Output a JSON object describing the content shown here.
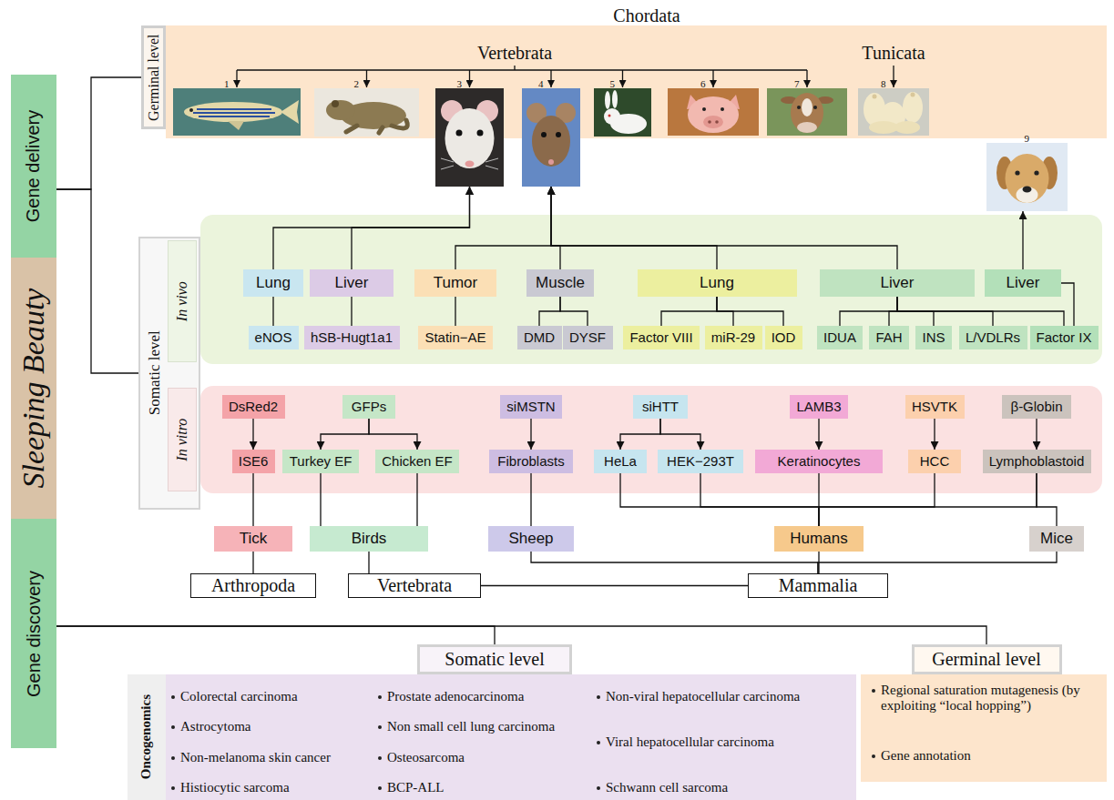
{
  "diagram": {
    "nodes": [
      {
        "text": [
          "Gene delivery"
        ]
      },
      {
        "text": [
          "Sleeping Beauty"
        ]
      },
      {
        "text": [
          "Gene discovery"
        ]
      },
      {
        "text": [
          "Germinal level"
        ]
      },
      {
        "text": [
          "1"
        ]
      },
      {
        "text": [
          "2"
        ]
      },
      {
        "text": [
          "3"
        ]
      },
      {
        "text": [
          "4"
        ]
      },
      {
        "text": [
          "5"
        ]
      },
      {
        "text": [
          "6"
        ]
      },
      {
        "text": [
          "7"
        ]
      },
      {
        "text": [
          "8"
        ]
      },
      {
        "text": [
          "9"
        ]
      },
      {
        "text": [
          "Somatic level"
        ]
      },
      {
        "text": [
          "In vivo"
        ],
        "in": 13
      },
      {
        "text": [
          "In vitro"
        ],
        "in": 13
      },
      {
        "text": [
          "Lung"
        ]
      },
      {
        "text": [
          "Liver"
        ]
      },
      {
        "text": [
          "Tumor"
        ]
      },
      {
        "text": [
          "Muscle"
        ]
      },
      {
        "text": [
          "Lung"
        ]
      },
      {
        "text": [
          "Liver"
        ]
      },
      {
        "text": [
          "Liver"
        ]
      },
      {
        "text": [
          "eNOS"
        ]
      },
      {
        "text": [
          "hSB-Hugt1a1"
        ]
      },
      {
        "text": [
          "Statin−AE"
        ]
      },
      {
        "text": [
          "DMD"
        ]
      },
      {
        "text": [
          "DYSF"
        ]
      },
      {
        "text": [
          "Factor VIII"
        ]
      },
      {
        "text": [
          "miR-29"
        ]
      },
      {
        "text": [
          "IOD"
        ]
      },
      {
        "text": [
          "IDUA"
        ]
      },
      {
        "text": [
          "FAH"
        ]
      },
      {
        "text": [
          "INS"
        ]
      },
      {
        "text": [
          "L/VDLRs"
        ]
      },
      {
        "text": [
          "Factor IX"
        ]
      },
      {
        "text": [
          "DsRed2"
        ]
      },
      {
        "text": [
          "GFPs"
        ]
      },
      {
        "text": [
          "siMSTN"
        ]
      },
      {
        "text": [
          "siHTT"
        ]
      },
      {
        "text": [
          "LAMB3"
        ]
      },
      {
        "text": [
          "HSVTK"
        ]
      },
      {
        "text": [
          "β-Globin"
        ]
      },
      {
        "text": [
          "ISE6"
        ]
      },
      {
        "text": [
          "Turkey EF"
        ]
      },
      {
        "text": [
          "Chicken EF"
        ]
      },
      {
        "text": [
          "Fibroblasts"
        ]
      },
      {
        "text": [
          "HeLa"
        ]
      },
      {
        "text": [
          "HEK−293T"
        ]
      },
      {
        "text": [
          "Keratinocytes"
        ]
      },
      {
        "text": [
          "HCC"
        ]
      },
      {
        "text": [
          "Lymphoblastoid"
        ]
      },
      {
        "text": [
          "Tick"
        ]
      },
      {
        "text": [
          "Birds"
        ]
      },
      {
        "text": [
          "Sheep"
        ]
      },
      {
        "text": [
          "Humans"
        ]
      },
      {
        "text": [
          "Mice"
        ]
      },
      {
        "text": [
          "Arthropoda"
        ]
      },
      {
        "text": [
          "Vertebrata"
        ]
      },
      {
        "text": [
          "Mammalia"
        ]
      },
      {
        "text": [
          "Somatic level"
        ]
      },
      {
        "text": [
          "Germinal level"
        ]
      },
      {
        "text": [
          "Colorectal carcinoma",
          "Astrocytoma",
          "Non-melanoma skin cancer",
          "Histiocytic sarcoma",
          "Prostate adenocarcinoma",
          "Non small cell lung carcinoma",
          "Osteosarcoma",
          "BCP-ALL",
          "Non-viral hepatocellular carcinoma",
          "Viral hepatocellular carcinoma",
          "Schwann cell sarcoma"
        ]
      },
      {
        "text": [
          "Oncogenomics"
        ],
        "in": 62
      },
      {
        "text": [
          "Regional saturation mutagenesis (by exploiting “local hopping”)",
          "Gene annotation"
        ]
      }
    ],
    "edges": [
      {
        "from": 0,
        "to": 3,
        "arrow": "none"
      },
      {
        "from": 0,
        "to": 13,
        "arrow": "none"
      },
      {
        "from": 2,
        "to": 60,
        "arrow": "none"
      },
      {
        "from": 2,
        "to": 61,
        "arrow": "none"
      },
      {
        "from": 16,
        "to": 6,
        "arrow": "to"
      },
      {
        "from": 17,
        "to": 6,
        "arrow": "to"
      },
      {
        "from": 18,
        "to": 7,
        "arrow": "to"
      },
      {
        "from": 19,
        "to": 7,
        "arrow": "to"
      },
      {
        "from": 20,
        "to": 7,
        "arrow": "to"
      },
      {
        "from": 21,
        "to": 7,
        "arrow": "to"
      },
      {
        "from": 22,
        "to": 12,
        "arrow": "to"
      },
      {
        "from": 16,
        "to": 23,
        "arrow": "none"
      },
      {
        "from": 17,
        "to": 24,
        "arrow": "none"
      },
      {
        "from": 18,
        "to": 25,
        "arrow": "none"
      },
      {
        "from": 19,
        "to": 26,
        "arrow": "none"
      },
      {
        "from": 19,
        "to": 27,
        "arrow": "none"
      },
      {
        "from": 20,
        "to": 28,
        "arrow": "none"
      },
      {
        "from": 20,
        "to": 29,
        "arrow": "none"
      },
      {
        "from": 20,
        "to": 30,
        "arrow": "none"
      },
      {
        "from": 21,
        "to": 31,
        "arrow": "none"
      },
      {
        "from": 21,
        "to": 32,
        "arrow": "none"
      },
      {
        "from": 21,
        "to": 33,
        "arrow": "none"
      },
      {
        "from": 21,
        "to": 34,
        "arrow": "none"
      },
      {
        "from": 21,
        "to": 35,
        "arrow": "none"
      },
      {
        "from": 22,
        "to": 35,
        "arrow": "none"
      },
      {
        "from": 36,
        "to": 43,
        "arrow": "to"
      },
      {
        "from": 37,
        "to": 44,
        "arrow": "to"
      },
      {
        "from": 37,
        "to": 45,
        "arrow": "to"
      },
      {
        "from": 38,
        "to": 46,
        "arrow": "to"
      },
      {
        "from": 39,
        "to": 47,
        "arrow": "to"
      },
      {
        "from": 39,
        "to": 48,
        "arrow": "to"
      },
      {
        "from": 40,
        "to": 49,
        "arrow": "to"
      },
      {
        "from": 41,
        "to": 50,
        "arrow": "to"
      },
      {
        "from": 42,
        "to": 51,
        "arrow": "to"
      },
      {
        "from": 43,
        "to": 52,
        "arrow": "none"
      },
      {
        "from": 44,
        "to": 53,
        "arrow": "none"
      },
      {
        "from": 45,
        "to": 53,
        "arrow": "none"
      },
      {
        "from": 46,
        "to": 54,
        "arrow": "none"
      },
      {
        "from": 47,
        "to": 55,
        "arrow": "none"
      },
      {
        "from": 48,
        "to": 55,
        "arrow": "none"
      },
      {
        "from": 49,
        "to": 55,
        "arrow": "none"
      },
      {
        "from": 50,
        "to": 55,
        "arrow": "none"
      },
      {
        "from": 51,
        "to": 55,
        "arrow": "none"
      },
      {
        "from": 51,
        "to": 56,
        "arrow": "none"
      },
      {
        "from": 52,
        "to": 57,
        "arrow": "none"
      },
      {
        "from": 53,
        "to": 58,
        "arrow": "none"
      },
      {
        "from": 54,
        "to": 59,
        "arrow": "none"
      },
      {
        "from": 55,
        "to": 59,
        "arrow": "none"
      },
      {
        "from": 56,
        "to": 59,
        "arrow": "none"
      },
      {
        "from": 58,
        "to": 59,
        "arrow": "none"
      }
    ],
    "labels": [
      "Chordata",
      "Vertebrata",
      "Tunicata"
    ]
  }
}
